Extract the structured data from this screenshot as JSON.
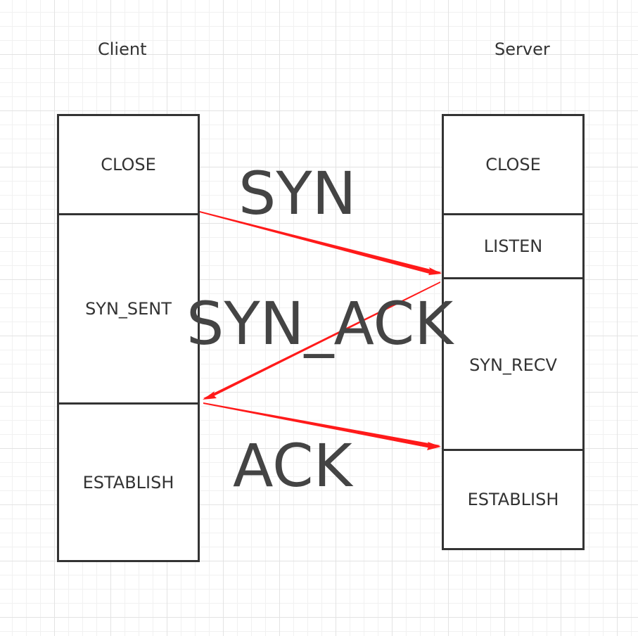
{
  "client": {
    "title": "Client",
    "states": [
      "CLOSE",
      "SYN_SENT",
      "ESTABLISH"
    ]
  },
  "server": {
    "title": "Server",
    "states": [
      "CLOSE",
      "LISTEN",
      "SYN_RECV",
      "ESTABLISH"
    ]
  },
  "messages": {
    "syn": "SYN",
    "syn_ack": "SYN_ACK",
    "ack": "ACK"
  },
  "colors": {
    "arrow": "#ff1a1a",
    "box_border": "#333333",
    "label_text": "#444444"
  }
}
